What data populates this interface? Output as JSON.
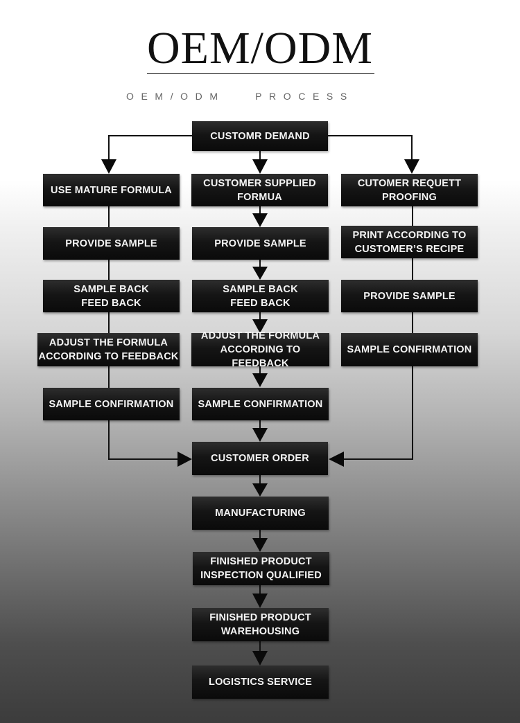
{
  "header": {
    "title": "OEM/ODM",
    "subtitle": "OEM/ODM   PROCESS"
  },
  "nodes": {
    "customer_demand": "CUSTOMR DEMAND",
    "left": {
      "use_mature_formula": "USE MATURE FORMULA",
      "provide_sample": "PROVIDE SAMPLE",
      "sample_back_feedback": "SAMPLE BACK\nFEED BACK",
      "adjust_formula": "ADJUST THE FORMULA\nACCORDING TO FEEDBACK",
      "sample_confirmation": "SAMPLE CONFIRMATION"
    },
    "center": {
      "customer_supplied_formula": "CUSTOMER SUPPLIED\nFORMUA",
      "provide_sample": "PROVIDE SAMPLE",
      "sample_back_feedback": "SAMPLE BACK\nFEED BACK",
      "adjust_formula": "ADJUST THE FORMULA\nACCORDING TO FEEDBACK",
      "sample_confirmation": "SAMPLE CONFIRMATION"
    },
    "right": {
      "customer_request_proofing": "CUTOMER REQUETT\nPROOFING",
      "print_according_recipe": "PRINT ACCORDING TO\nCUSTOMER’S  RECIPE",
      "provide_sample": "PROVIDE SAMPLE",
      "sample_confirmation": "SAMPLE CONFIRMATION"
    },
    "customer_order": "CUSTOMER ORDER",
    "manufacturing": "MANUFACTURING",
    "finished_product_inspection": "FINISHED PRODUCT\nINSPECTION QUALIFIED",
    "finished_product_warehousing": "FINISHED PRODUCT\nWAREHOUSING",
    "logistics_service": "LOGISTICS SERVICE"
  }
}
